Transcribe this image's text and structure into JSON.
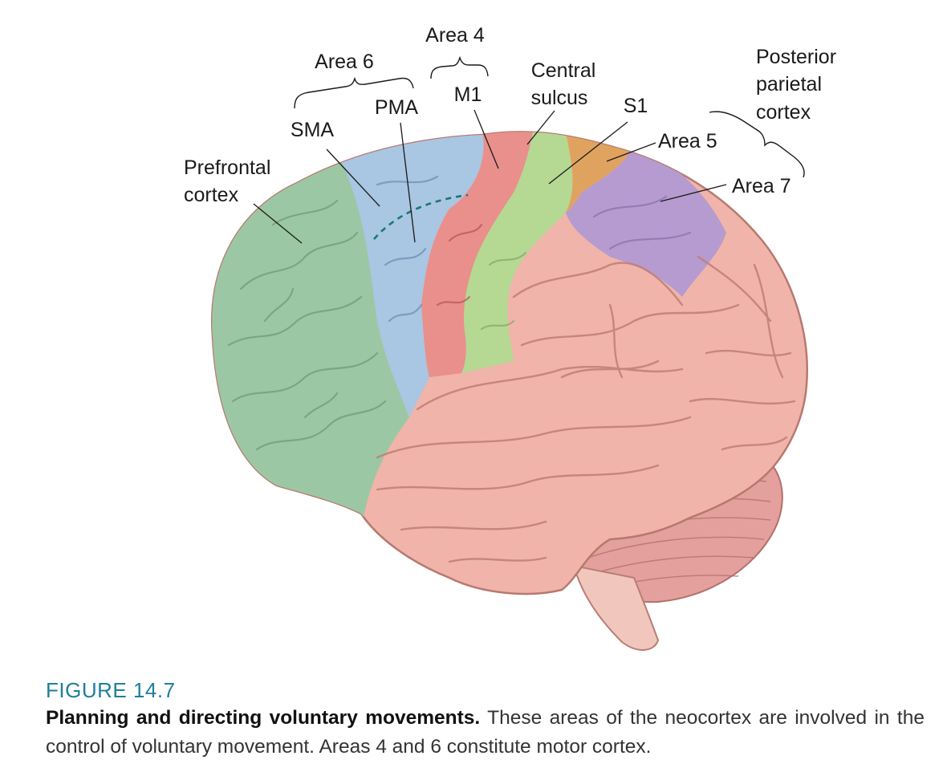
{
  "labels": {
    "area4": "Area 4",
    "area6": "Area 6",
    "m1": "M1",
    "pma": "PMA",
    "sma": "SMA",
    "central_sulcus_line1": "Central",
    "central_sulcus_line2": "sulcus",
    "s1": "S1",
    "prefrontal_line1": "Prefrontal",
    "prefrontal_line2": "cortex",
    "ppc_line1": "Posterior",
    "ppc_line2": "parietal",
    "ppc_line3": "cortex",
    "area5": "Area 5",
    "area7": "Area 7"
  },
  "caption": {
    "figure_number": "FIGURE 14.7",
    "title": "Planning and directing voluntary movements.",
    "text": " These areas of the neocortex are involved in the control of voluntary movement. Areas 4 and 6 constitute motor cortex."
  },
  "colors": {
    "prefrontal": "#9cc7a4",
    "premotor": "#a9c6e2",
    "motor": "#e98f8c",
    "somatosensory": "#b5d893",
    "area5": "#e0a35f",
    "area7": "#b59bd0",
    "cortex": "#f0b4aa",
    "cerebellum": "#e3a09c",
    "caption_accent": "#1f7f99"
  }
}
